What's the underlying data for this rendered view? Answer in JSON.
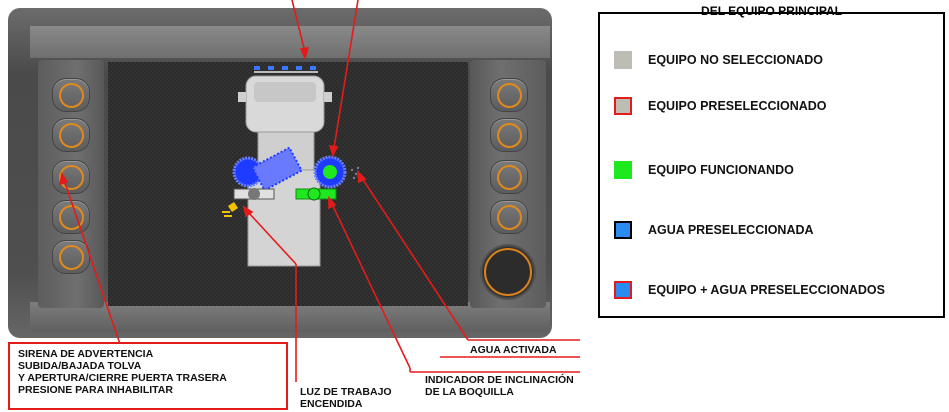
{
  "legend": {
    "title": "DEL EQUIPO PRINCIPAL",
    "items": [
      {
        "label": "EQUIPO NO SELECCIONADO",
        "fill": "#bdbdb5",
        "border": "#bdbdb5"
      },
      {
        "label": "EQUIPO PRESELECCIONADO",
        "fill": "#bdbdb5",
        "border": "#e41b1b"
      },
      {
        "label": "EQUIPO FUNCIONANDO",
        "fill": "#1ee81e",
        "border": "#1ee81e"
      },
      {
        "label": "AGUA PRESELECCIONADA",
        "fill": "#2a8cf0",
        "border": "#000000"
      },
      {
        "label": "EQUIPO + AGUA PRESELECCIONADOS",
        "fill": "#2a8cf0",
        "border": "#e41b1b"
      }
    ]
  },
  "annotations": {
    "warning_siren": {
      "line1": "SIRENA DE ADVERTENCIA",
      "line2": "SUBIDA/BAJADA TOLVA",
      "line3": "Y APERTURA/CIERRE PUERTA TRASERA",
      "line4": "PRESIONE PARA INHABILITAR"
    },
    "work_light": {
      "line1": "LUZ DE TRABAJO",
      "line2": "ENCENDIDA"
    },
    "nozzle_tilt": {
      "line1": "INDICADOR DE INCLINACIÓN",
      "line2": "DE LA BOQUILLA"
    },
    "water_active": {
      "line1": "AGUA ACTIVADA"
    }
  },
  "colors": {
    "accent_orange": "#e08a1e",
    "annotation_red": "#e41b1b",
    "brush_blue": "#1e3cff",
    "indicator_green": "#1ee81e",
    "work_light_yellow": "#f2c200"
  },
  "icons": [
    "truck-top-view-icon",
    "front-brush-icon",
    "side-brush-icon",
    "nozzle-tilt-icon",
    "water-spray-icon",
    "work-light-icon",
    "beacon-lights-icon"
  ]
}
